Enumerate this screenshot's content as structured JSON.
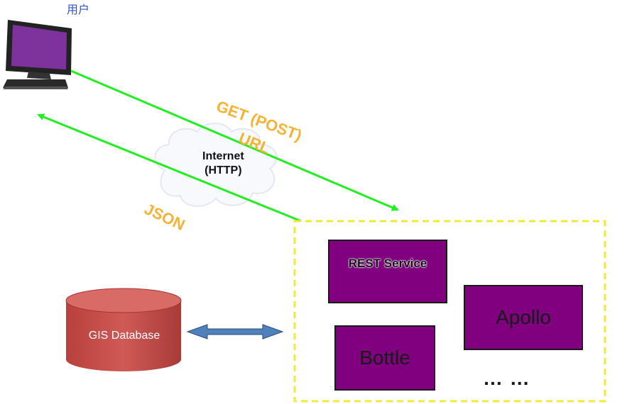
{
  "user": {
    "label": "用户",
    "icon": "monitor-icon"
  },
  "cloud": {
    "line1": "Internet",
    "line2": "(HTTP)"
  },
  "request": {
    "method": "GET (POST)",
    "url": "URL"
  },
  "response": {
    "format": "JSON"
  },
  "server": {
    "boxes": [
      {
        "label": "REST Service"
      },
      {
        "label": "Apollo"
      },
      {
        "label": "Bottle"
      }
    ],
    "more": "… …"
  },
  "database": {
    "label": "GIS Database",
    "icon": "database-icon"
  },
  "colors": {
    "arrow": "#22ee22",
    "orange_text": "#f5b335",
    "box_fill": "#800080",
    "container_border": "#f2ea3a",
    "db_fill": "#c0504d",
    "link_arrow": "#4f81bd"
  }
}
